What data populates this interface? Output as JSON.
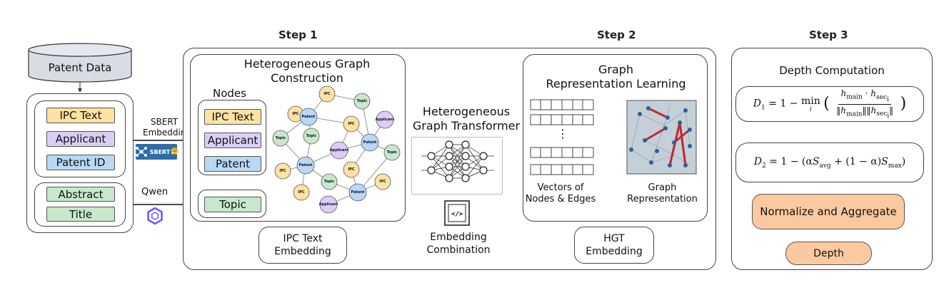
{
  "steps": {
    "step1": "Step 1",
    "step2": "Step 2",
    "step3": "Step 3"
  },
  "data_source": {
    "label": "Patent Data",
    "group1": [
      "IPC Text",
      "Applicant",
      "Patent ID"
    ],
    "group2": [
      "Abstract",
      "Title"
    ]
  },
  "arrows": {
    "sbert_line1": "SBERT",
    "sbert_line2": "Embedding",
    "sbert_logo_text": "SBERT",
    "qwen": "Qwen"
  },
  "step1": {
    "graph_title_line1": "Heterogeneous Graph",
    "graph_title_line2": "Construction",
    "nodes_label": "Nodes",
    "nodes": [
      "IPC Text",
      "Applicant",
      "Patent"
    ],
    "topic": "Topic",
    "ipc_embedding_line1": "IPC Text",
    "ipc_embedding_line2": "Embedding",
    "hgt_title_line1": "Heterogeneous",
    "hgt_title_line2": "Graph Transformer",
    "combination_line1": "Embedding",
    "combination_line2": "Combination"
  },
  "graph_node_labels": {
    "ipc": "IPC",
    "patent": "Patent",
    "topic": "Topic",
    "applicant": "Applicant"
  },
  "step2": {
    "title_line1": "Graph",
    "title_line2": "Representation Learning",
    "vectors_line1": "Vectors of",
    "vectors_line2": "Nodes & Edges",
    "ellipsis": "⋮",
    "graph_rep_line1": "Graph",
    "graph_rep_line2": "Representation",
    "hgt_line1": "HGT",
    "hgt_line2": "Embedding"
  },
  "step3": {
    "title": "Depth Computation",
    "normalize": "Normalize and Aggregate",
    "depth": "Depth",
    "d1": {
      "lhs": "D",
      "lhs_sub": "1",
      "eq": "= 1 −",
      "min": "min",
      "min_sub": "i",
      "num": "h",
      "num_sub1": "main",
      "dot": "·",
      "num_sub2": "sec",
      "num_sub2b": "i",
      "den": "‖h",
      "den_sub1": "main",
      "den_mid": "‖‖h",
      "den_sub2": "sec",
      "den_sub2b": "i",
      "den_end": "‖"
    },
    "d2": {
      "lhs": "D",
      "lhs_sub": "2",
      "eq": "= 1 − (α",
      "s": "S",
      "s_avg": "avg",
      "plus": "+ (1 − α)",
      "s_max": "max",
      "end": ")"
    }
  },
  "colors": {
    "ipc": "#fde2a3",
    "applicant": "#dccdf7",
    "patent": "#b9d7f7",
    "topic": "#c8e8cc",
    "database": "#d9dde3",
    "normalize": "#fbc9a0",
    "panel_bg": "#c4cfd8",
    "red_edge": "#c1272d",
    "blue_node": "#2f5f9e"
  }
}
